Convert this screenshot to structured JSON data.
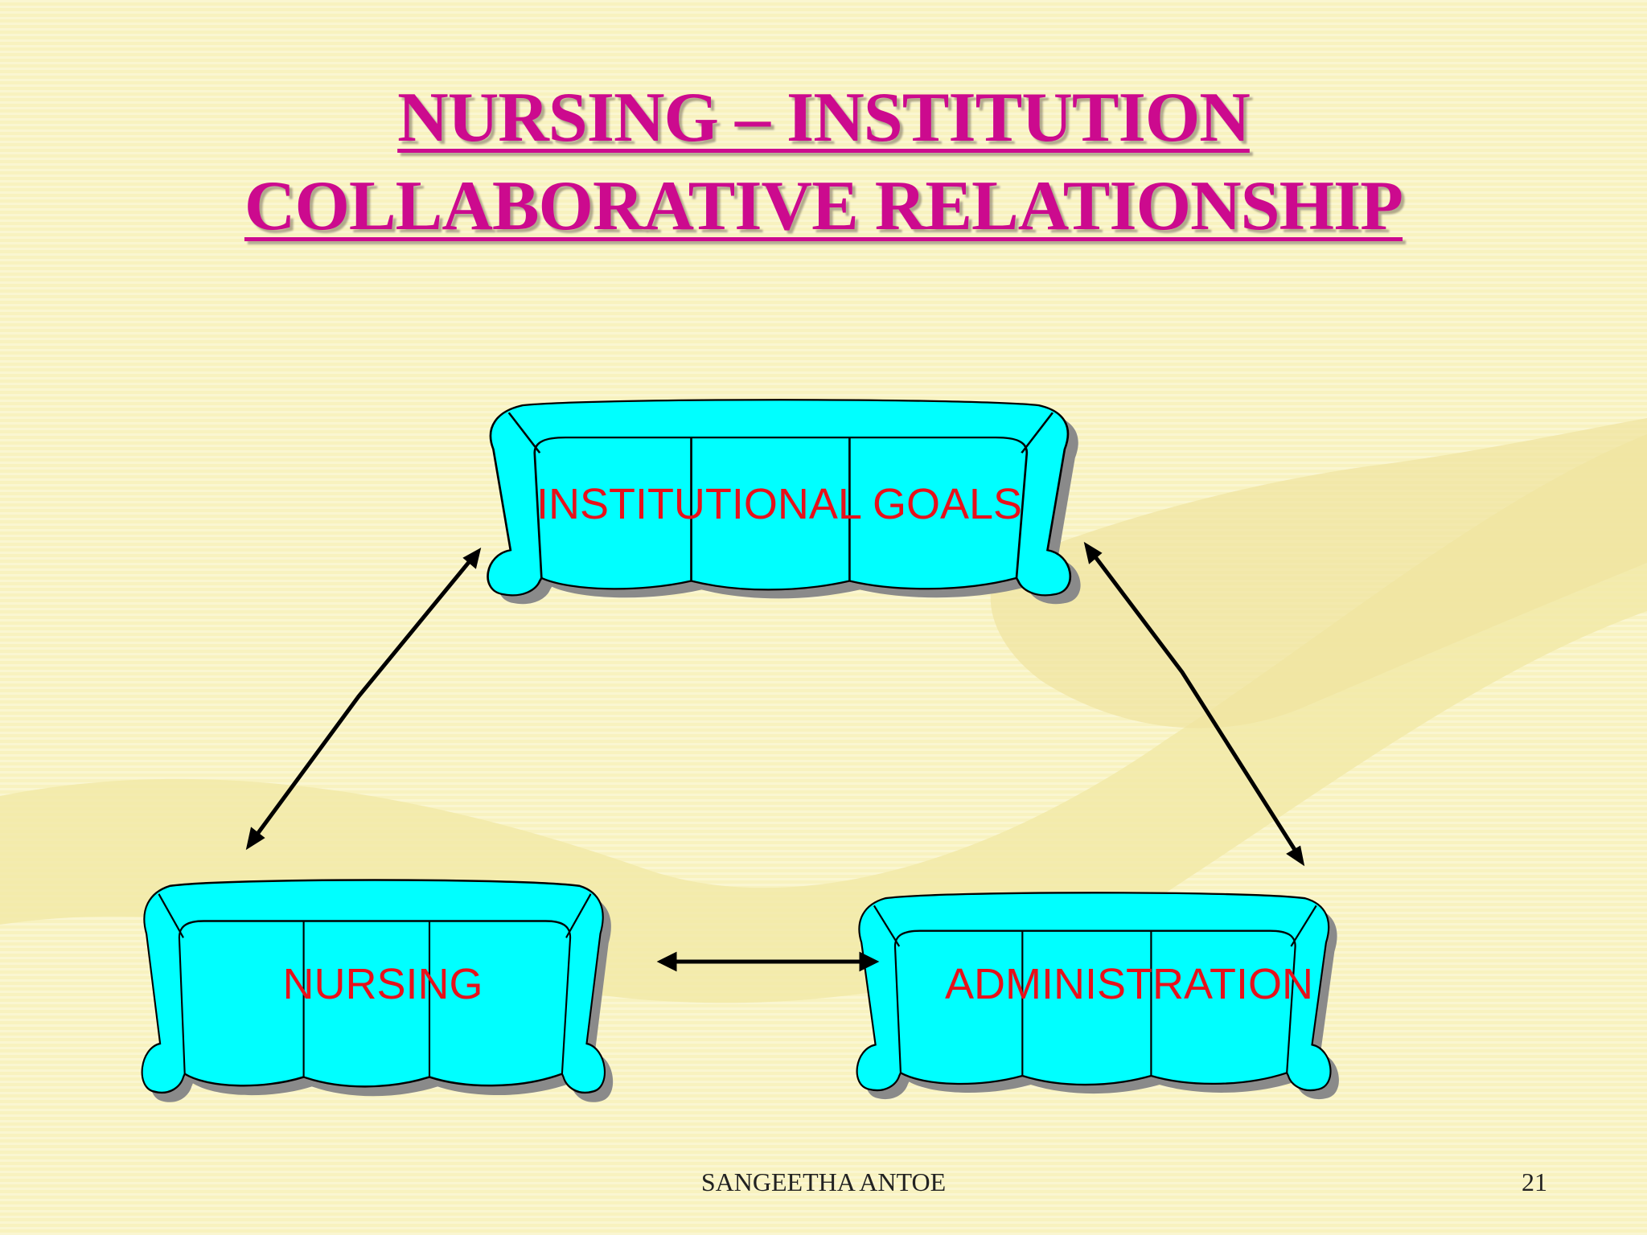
{
  "slide": {
    "title_line1": "NURSING – INSTITUTION",
    "title_line2": "COLLABORATIVE RELATIONSHIP",
    "boxes": {
      "top": "INSTITUTIONAL GOALS",
      "left": "NURSING",
      "right": "ADMINISTRATION"
    },
    "footer": {
      "author": "SANGEETHA ANTOE",
      "page_number": "21"
    },
    "colors": {
      "background": "#f8f2bf",
      "title": "#cc0a8e",
      "box_fill": "#00ffff",
      "box_label": "#e8101a",
      "arrow": "#000000"
    }
  }
}
